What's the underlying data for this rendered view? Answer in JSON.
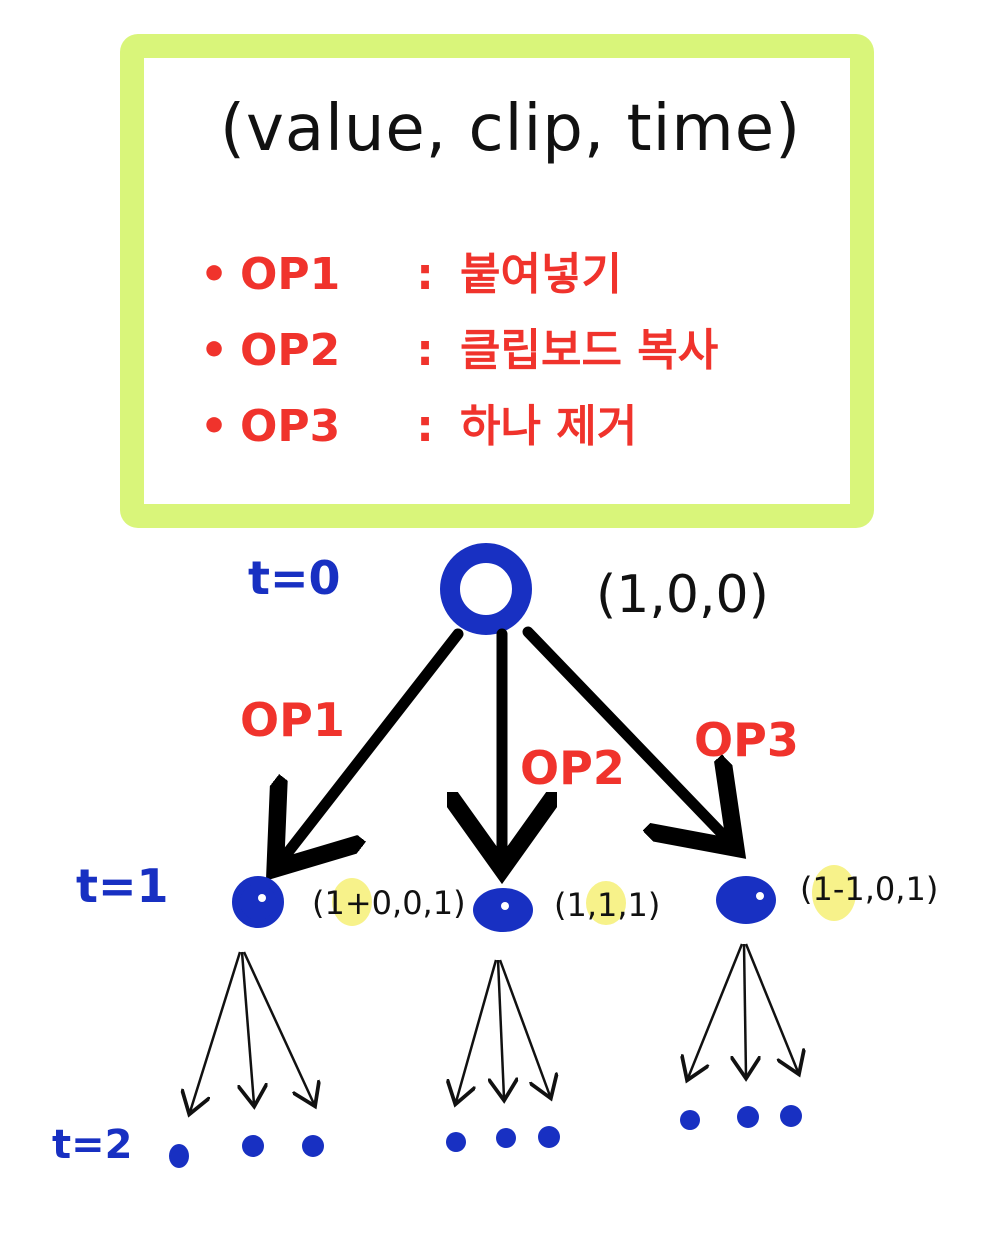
{
  "legend": {
    "title": "(value, clip, time)",
    "ops": [
      {
        "code": "OP1",
        "desc": "붙여넣기"
      },
      {
        "code": "OP2",
        "desc": "클립보드 복사"
      },
      {
        "code": "OP3",
        "desc": "하나 제거"
      }
    ]
  },
  "levels": [
    "t=0",
    "t=1",
    "t=2"
  ],
  "root_state": "(1,0,0)",
  "edge_labels": [
    "OP1",
    "OP2",
    "OP3"
  ],
  "children": [
    {
      "state": "(1+0,0,1)"
    },
    {
      "state": "(1,1,1)"
    },
    {
      "state": "(1-1,0,1)"
    }
  ],
  "colors": {
    "box_border": "#d9f57a",
    "node": "#1830c2",
    "op_text": "#f0332c",
    "highlight": "#f7f28a"
  }
}
